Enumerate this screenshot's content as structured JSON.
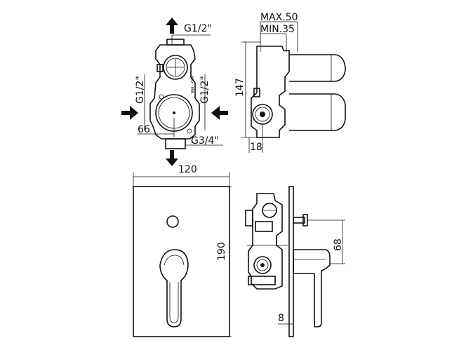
{
  "dimensions": {
    "inlet_top": "G1/2\"",
    "inlet_left": "G1/2\"",
    "inlet_right": "G1/2\"",
    "outlet_bottom": "G3/4\"",
    "offset_66": "66",
    "max_depth": "MAX.50",
    "min_depth": "MIN.35",
    "body_height": "147",
    "pipe_offset": "18",
    "plate_width": "120",
    "plate_height": "190",
    "handle_offset": "68",
    "plate_thickness": "8"
  },
  "body_marks": {
    "max": "MAX",
    "min": "MIN"
  }
}
